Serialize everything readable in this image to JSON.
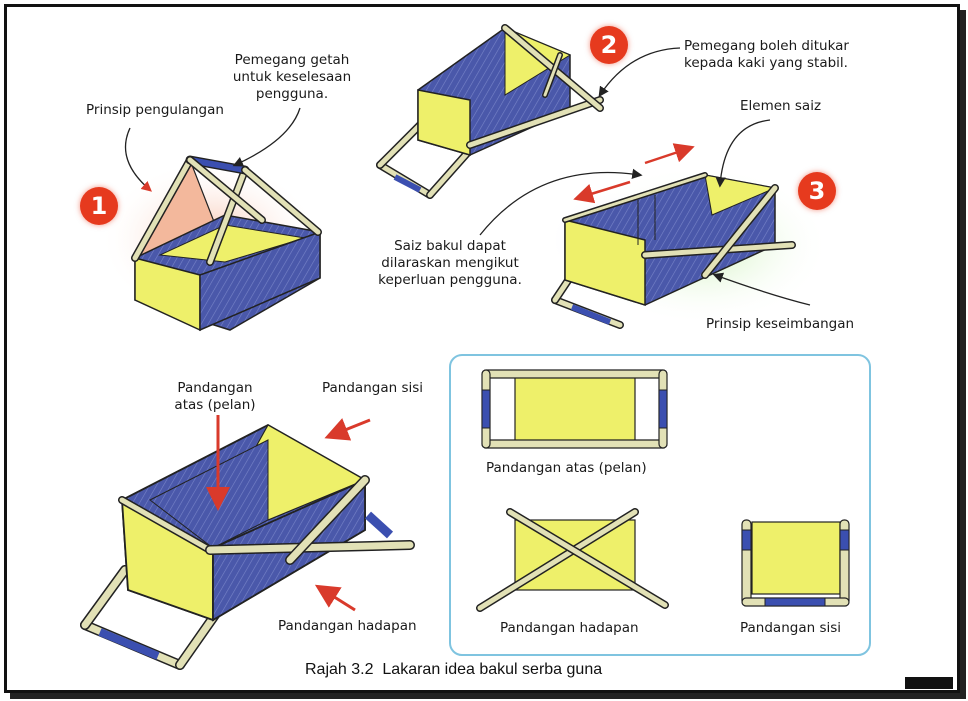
{
  "colors": {
    "blue_panel": "#4654a8",
    "yellow_panel": "#eef06a",
    "tube": "#e2e1b6",
    "grip": "#3b4fb0",
    "arrow_red": "#d93a2b",
    "badge_red": "#e63a1e",
    "box_border": "#7fc4e0"
  },
  "badges": {
    "one": "1",
    "two": "2",
    "three": "3"
  },
  "labels": {
    "prinsip_pengulangan": "Prinsip pengulangan",
    "pemegang_getah_1": "Pemegang getah",
    "pemegang_getah_2": "untuk keselesaan",
    "pemegang_getah_3": "pengguna.",
    "pemegang_ditukar_1": "Pemegang boleh ditukar",
    "pemegang_ditukar_2": "kepada kaki yang stabil.",
    "elemen_saiz": "Elemen saiz",
    "saiz_bakul_1": "Saiz bakul dapat",
    "saiz_bakul_2": "dilaraskan mengikut",
    "saiz_bakul_3": "keperluan pengguna.",
    "prinsip_keseimbangan": "Prinsip keseimbangan",
    "pandangan_atas_1": "Pandangan",
    "pandangan_atas_2": "atas (pelan)",
    "pandangan_sisi": "Pandangan sisi",
    "pandangan_hadapan": "Pandangan hadapan",
    "view_atas": "Pandangan atas (pelan)",
    "view_hadapan": "Pandangan hadapan",
    "view_sisi": "Pandangan sisi"
  },
  "caption": {
    "number": "Rajah 3.2",
    "text": "Lakaran idea bakul serba guna"
  }
}
